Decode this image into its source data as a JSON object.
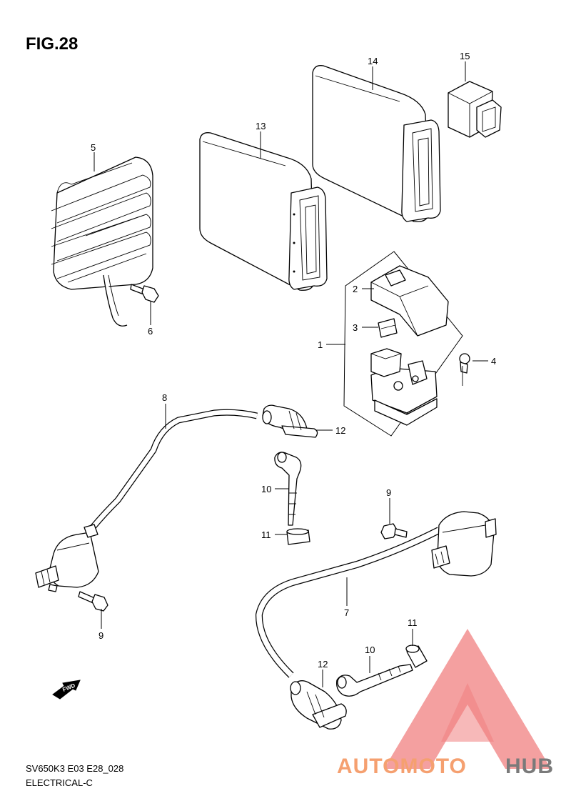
{
  "figure": {
    "title": "FIG.28",
    "footer_code": "SV650K3 E03 E28_028",
    "footer_section": "ELECTRICAL-C"
  },
  "callouts": {
    "c1": "1",
    "c2": "2",
    "c3": "3",
    "c4": "4",
    "c5": "5",
    "c6": "6",
    "c7": "7",
    "c8": "8",
    "c9a": "9",
    "c9b": "9",
    "c10a": "10",
    "c10b": "10",
    "c11a": "11",
    "c11b": "11",
    "c12a": "12",
    "c12b": "12",
    "c13": "13",
    "c14": "14",
    "c15": "15"
  },
  "fwd_label": "FWD",
  "watermark": {
    "text_a": "AUTOMOTO",
    "text_b": "HUB",
    "color_a": "#f5a070",
    "color_b": "#7a7a7a",
    "triangle_color": "#f08080"
  }
}
